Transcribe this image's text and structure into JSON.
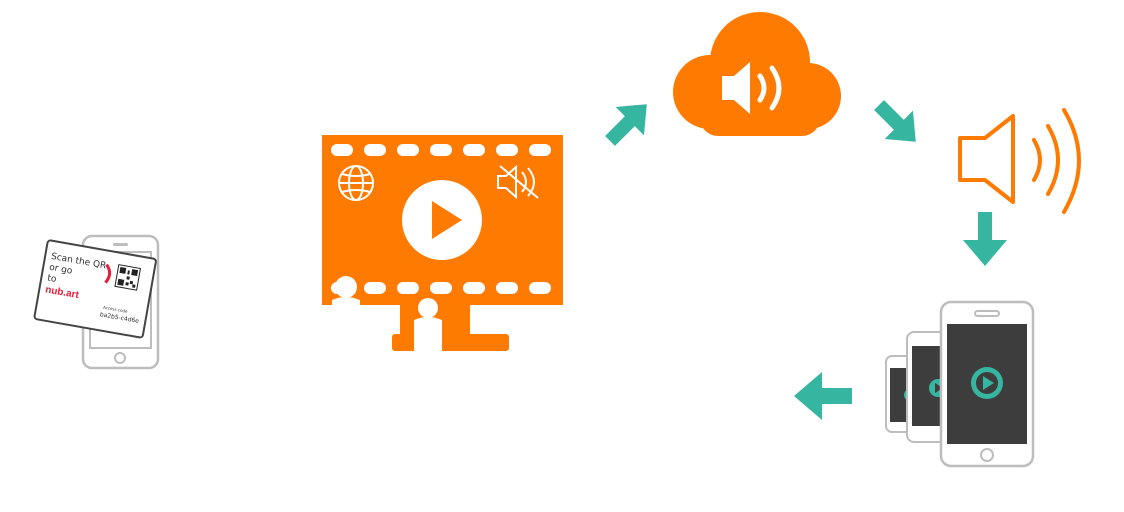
{
  "diagram": {
    "accent_orange": "#ff7a00",
    "accent_teal": "#36b5a0",
    "phone_gray": "#bdbdbd",
    "screen_dark": "#3d3d3d"
  },
  "card": {
    "line1": "Scan the QR",
    "line2": "or go",
    "line3": "to",
    "brand": "nub.art",
    "code_label": "Access code",
    "code": "ba2b5-c4d6e"
  },
  "icons": {
    "phone_with_card": "phone-qr-card-icon",
    "video_monitor": "video-monitor-icon",
    "globe": "globe-icon",
    "mute": "muted-speaker-icon",
    "play": "play-icon",
    "audience": "audience-icon",
    "cloud_audio": "cloud-audio-icon",
    "speaker": "speaker-sound-icon",
    "devices": "mobile-devices-icon",
    "arrow_up_right": "arrow-up-right-icon",
    "arrow_down_right": "arrow-down-right-icon",
    "arrow_down": "arrow-down-icon",
    "arrow_left": "arrow-left-icon"
  }
}
